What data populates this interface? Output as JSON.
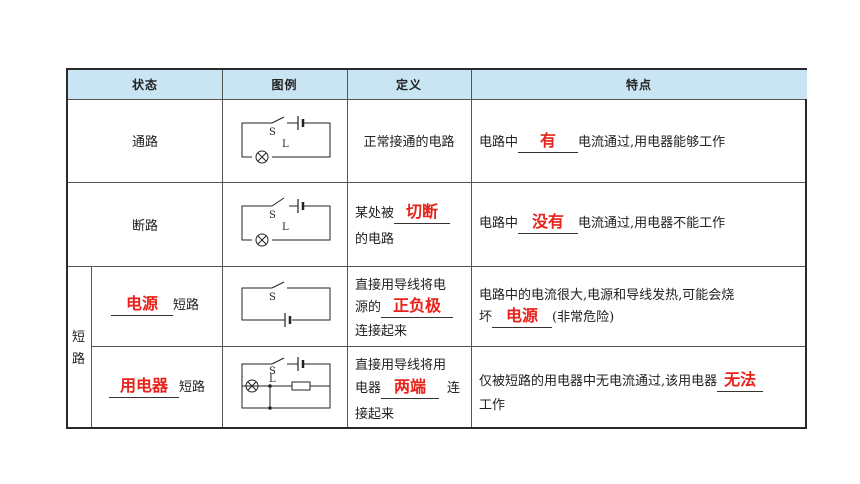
{
  "headers": [
    "状态",
    "图例",
    "定义",
    "特点"
  ],
  "rows": {
    "open_circuit_ok": {
      "state": "通路",
      "definition": "正常接通的电路",
      "feature_pre": "电路中",
      "feature_answer": "有",
      "feature_post": "电流通过,用电器能够工作"
    },
    "broken": {
      "state": "断路",
      "definition_pre": "某处被",
      "definition_answer": "切断",
      "definition_post": "的电路",
      "feature_pre": "电路中",
      "feature_answer": "没有",
      "feature_post": "电流通过,用电器不能工作"
    },
    "short_group_label_1": "短",
    "short_group_label_2": "路",
    "short_source": {
      "state_answer": "电源",
      "state_post": "短路",
      "definition_line1": "直接用导线将电",
      "definition_pre": "源的",
      "definition_answer": "正负极",
      "definition_post": "连接起来",
      "feature_line1": "电路中的电流很大,电源和导线发热,可能会烧",
      "feature_pre": "坏",
      "feature_answer": "电源",
      "feature_post": "(非常危险)"
    },
    "short_appliance": {
      "state_answer": "用电器",
      "state_post": "短路",
      "definition_line1": "直接用导线将用",
      "definition_pre": "电器",
      "definition_answer": "两端",
      "definition_post_inline": "连",
      "definition_line3": "接起来",
      "feature_pre": "仅被短路的用电器中无电流通过,该用电器",
      "feature_answer": "无法",
      "feature_line2": "工作"
    }
  },
  "diagram_labels": {
    "switch": "S",
    "lamp": "L"
  }
}
